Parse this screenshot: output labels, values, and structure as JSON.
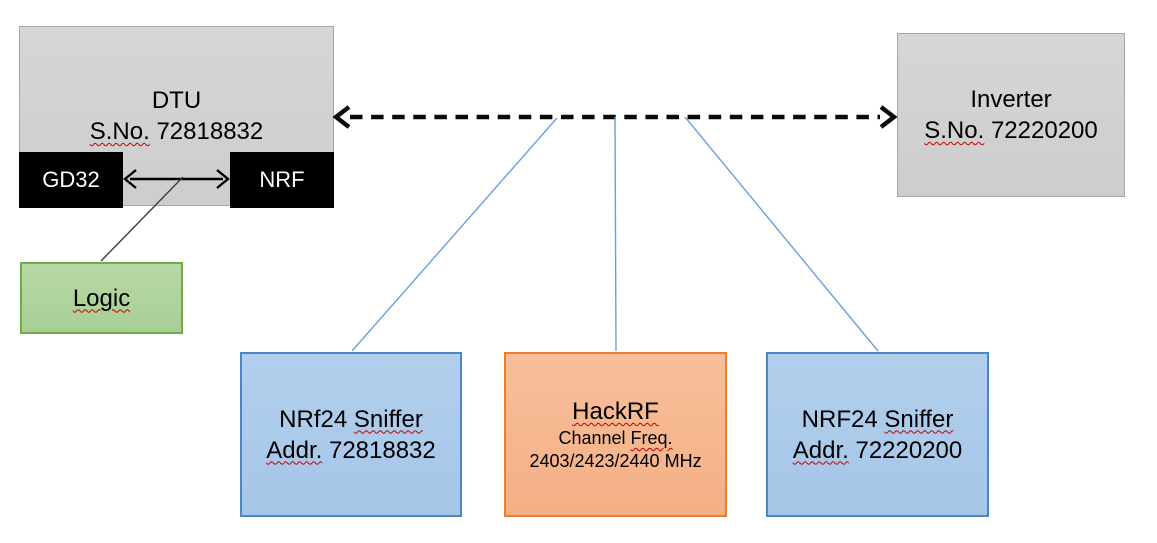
{
  "colors": {
    "gray_fill": "#d2d2d2",
    "gray_border": "#a6a6a6",
    "black_fill": "#000000",
    "green_fill": "#b0d59e",
    "green_border": "#70ad47",
    "blue_fill": "#adcaea",
    "blue_border": "#4a86c8",
    "orange_fill": "#f6b78e",
    "orange_border": "#ed7d31",
    "connector_blue": "#6b9fd9",
    "squiggle_red": "#c00000"
  },
  "dtu": {
    "title": "DTU",
    "serial_prefix": "S.No.",
    "serial_number": "72818832",
    "gd32_label": "GD32",
    "nrf_label": "NRF"
  },
  "logic": {
    "label": "Logic"
  },
  "inverter": {
    "title": "Inverter",
    "serial_prefix": "S.No.",
    "serial_number": "72220200"
  },
  "sniffer_left": {
    "name_make": "NRf24",
    "name_word": "Sniffer",
    "addr_label": "Addr.",
    "addr_number": "72818832"
  },
  "hackrf": {
    "title": "HackRF",
    "channel_word": "Channel",
    "freq_word": "Freq.",
    "frequencies": "2403/2423/2440 MHz"
  },
  "sniffer_right": {
    "name_make": "NRF24",
    "name_word": "Sniffer",
    "addr_label": "Addr.",
    "addr_number": "72220200"
  }
}
